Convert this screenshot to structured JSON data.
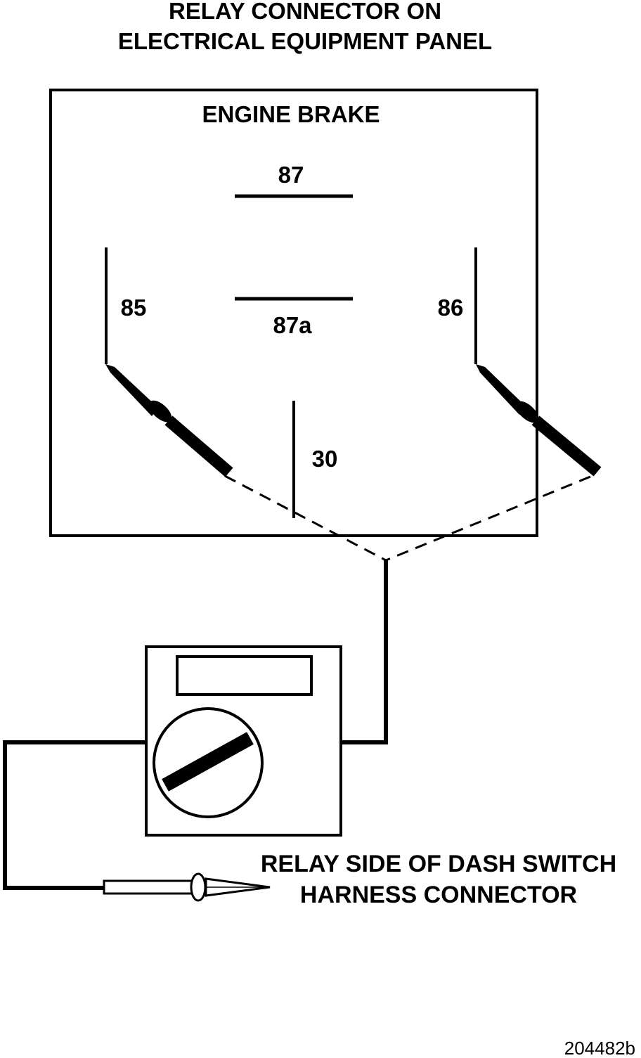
{
  "title": {
    "line1": "RELAY CONNECTOR ON",
    "line2": "ELECTRICAL EQUIPMENT PANEL"
  },
  "relay": {
    "name": "ENGINE BRAKE",
    "pins": {
      "p87": "87",
      "p87a": "87a",
      "p85": "85",
      "p86": "86",
      "p30": "30"
    }
  },
  "callout": {
    "line1": "RELAY SIDE OF DASH SWITCH",
    "line2": "HARNESS CONNECTOR"
  },
  "figure_id": "204482b",
  "icons": {
    "meter": "multimeter-icon",
    "probe": "test-probe-icon"
  }
}
